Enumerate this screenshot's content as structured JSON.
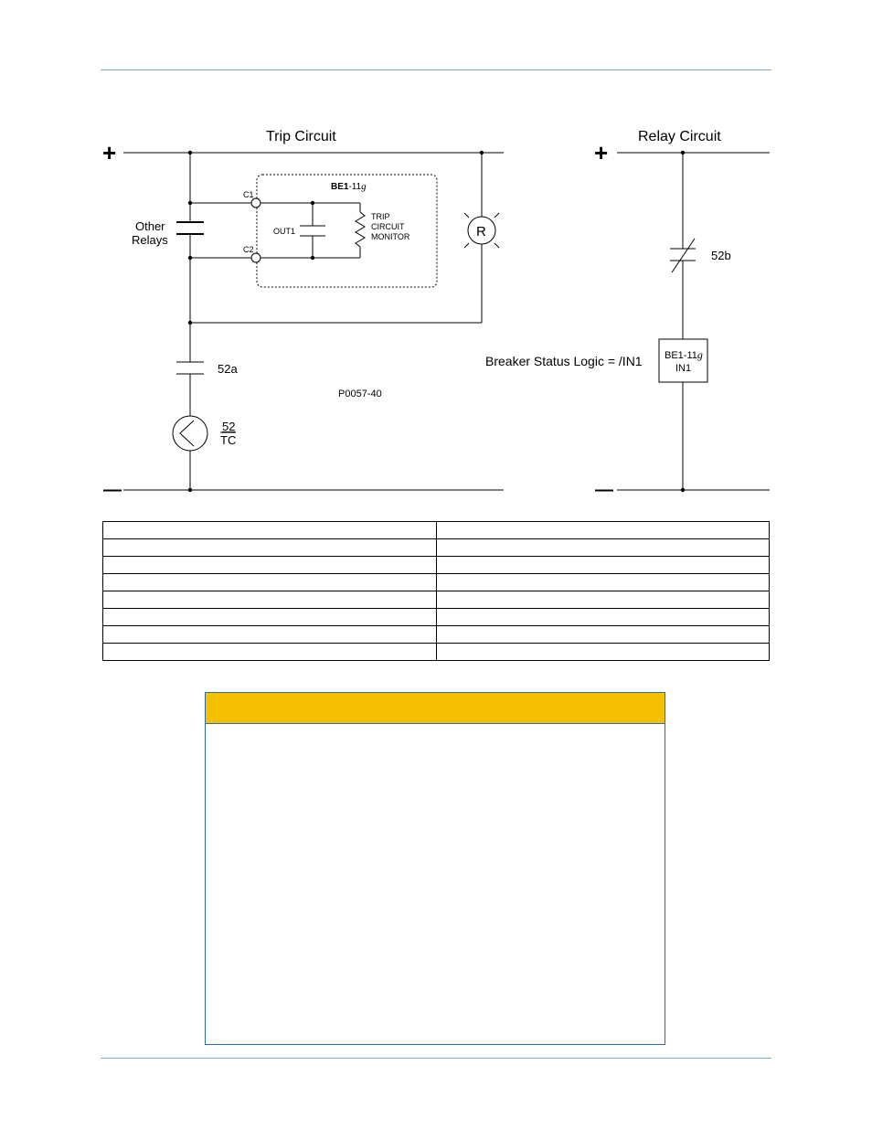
{
  "diagram": {
    "trip_title": "Trip Circuit",
    "relay_title": "Relay Circuit",
    "plus": "+",
    "minus": "—",
    "other_relays_1": "Other",
    "other_relays_2": "Relays",
    "c1": "C1",
    "c2": "C2",
    "device_bold": "BE1",
    "device_suffix": "-11",
    "device_g": "g",
    "out1": "OUT1",
    "tcm_1": "TRIP",
    "tcm_2": "CIRCUIT",
    "tcm_3": "MONITOR",
    "lamp": "R",
    "contact_52a": "52a",
    "figure_id": "P0057-40",
    "coil_top": "52",
    "coil_bottom": "TC",
    "contact_52b": "52b",
    "status_logic": "Breaker Status Logic = /IN1",
    "box_line1": "BE1-11",
    "box_g": "g",
    "box_line2": "IN1"
  },
  "colors": {
    "rule": "#7aaed6",
    "callout_header": "#f5c000",
    "callout_border": "#2a6db0"
  }
}
